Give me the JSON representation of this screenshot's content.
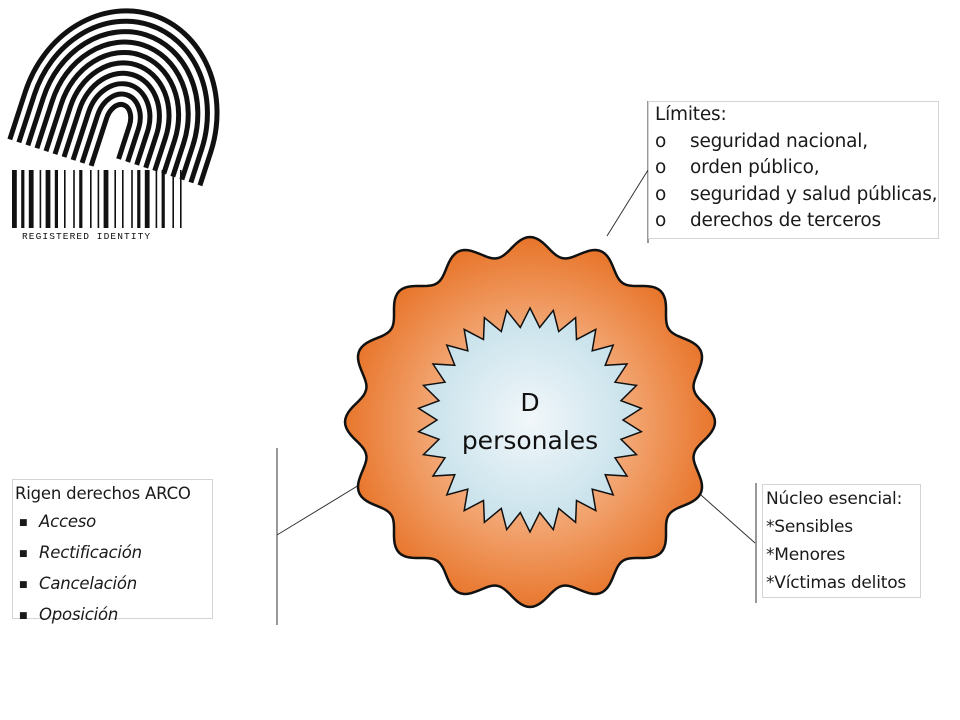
{
  "diagram": {
    "center": {
      "line1": "D",
      "line2": "personales"
    },
    "logo": {
      "caption": "REGISTERED IDENTITY"
    },
    "limits": {
      "title": "Límites:",
      "bullet": "o",
      "items": [
        "seguridad nacional,",
        "orden público,",
        "seguridad y salud públicas,",
        "derechos de terceros"
      ]
    },
    "arco": {
      "title": "Rigen derechos ARCO",
      "bullet": "■",
      "items": [
        "Acceso",
        "Rectificación",
        "Cancelación",
        "Oposición"
      ]
    },
    "core": {
      "title": "Núcleo esencial:",
      "items": [
        "*Sensibles",
        "*Menores",
        "*Víctimas delitos"
      ]
    },
    "colors": {
      "outer_shape_edge": "#e8762c",
      "outer_shape_center": "#f8d2b4",
      "inner_star_edge": "#c5e0ea",
      "inner_star_center": "#f1f7fa",
      "outline": "#111111"
    }
  }
}
